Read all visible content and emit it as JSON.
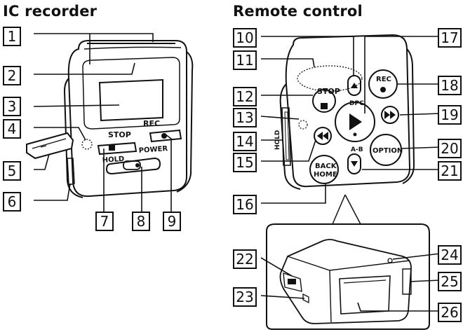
{
  "headings": {
    "left": "IC recorder",
    "right": "Remote control"
  },
  "callouts": [
    "1",
    "2",
    "3",
    "4",
    "5",
    "6",
    "7",
    "8",
    "9",
    "10",
    "11",
    "12",
    "13",
    "14",
    "15",
    "16",
    "17",
    "18",
    "19",
    "20",
    "21",
    "22",
    "23",
    "24",
    "25",
    "26"
  ],
  "device_labels": {
    "stop": "STOP",
    "rec": "REC",
    "hold": "HOLD",
    "power": "POWER",
    "remote_rec": "REC",
    "remote_stop": "STOP",
    "dpc": "DPC",
    "option": "OPTION",
    "ab": "A-B",
    "back": "BACK",
    "home": "HOME",
    "remote_hold": "HOLD"
  }
}
